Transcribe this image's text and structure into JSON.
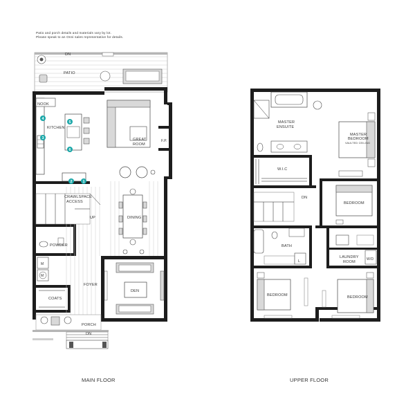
{
  "notes": {
    "line1": "Patio and porch details and materials vary by lot.",
    "line2": "Please speak to an Onni sales representative for details."
  },
  "main_floor": {
    "title": "MAIN FLOOR",
    "rooms": {
      "patio": "PATIO",
      "nook": "NOOK",
      "kitchen": "KITCHEN",
      "great_room": "GREAT",
      "great_room_2": "ROOM",
      "fp": "F.P.",
      "crawlspace": "CRAWLSPACE",
      "crawlspace_2": "ACCESS",
      "dining": "DINING",
      "up": "UP",
      "powder": "POWDER",
      "den": "DEN",
      "foyer": "FOYER",
      "coats": "COATS",
      "porch": "PORCH",
      "dn_top": "DN",
      "dn_bottom": "DN"
    },
    "markers": [
      "1",
      "2",
      "3",
      "4",
      "5",
      "6"
    ]
  },
  "upper_floor": {
    "title": "UPPER FLOOR",
    "rooms": {
      "master_ensuite": "MASTER",
      "master_ensuite_2": "ENSUITE",
      "master_bedroom": "MASTER",
      "master_bedroom_2": "BEDROOM",
      "master_bedroom_3": "VAULTED CEILING",
      "wic": "W.I.C",
      "dn": "DN",
      "bedroom_right": "BEDROOM",
      "bath": "BATH",
      "laundry": "LAUNDRY",
      "laundry_2": "ROOM",
      "wd": "W/D",
      "linen": "L",
      "bedroom_left": "BEDROOM",
      "bedroom_bottom": "BEDROOM"
    }
  },
  "colors": {
    "wall": "#1d1d1d",
    "marker": "#1aa7a8",
    "label": "#333333"
  }
}
